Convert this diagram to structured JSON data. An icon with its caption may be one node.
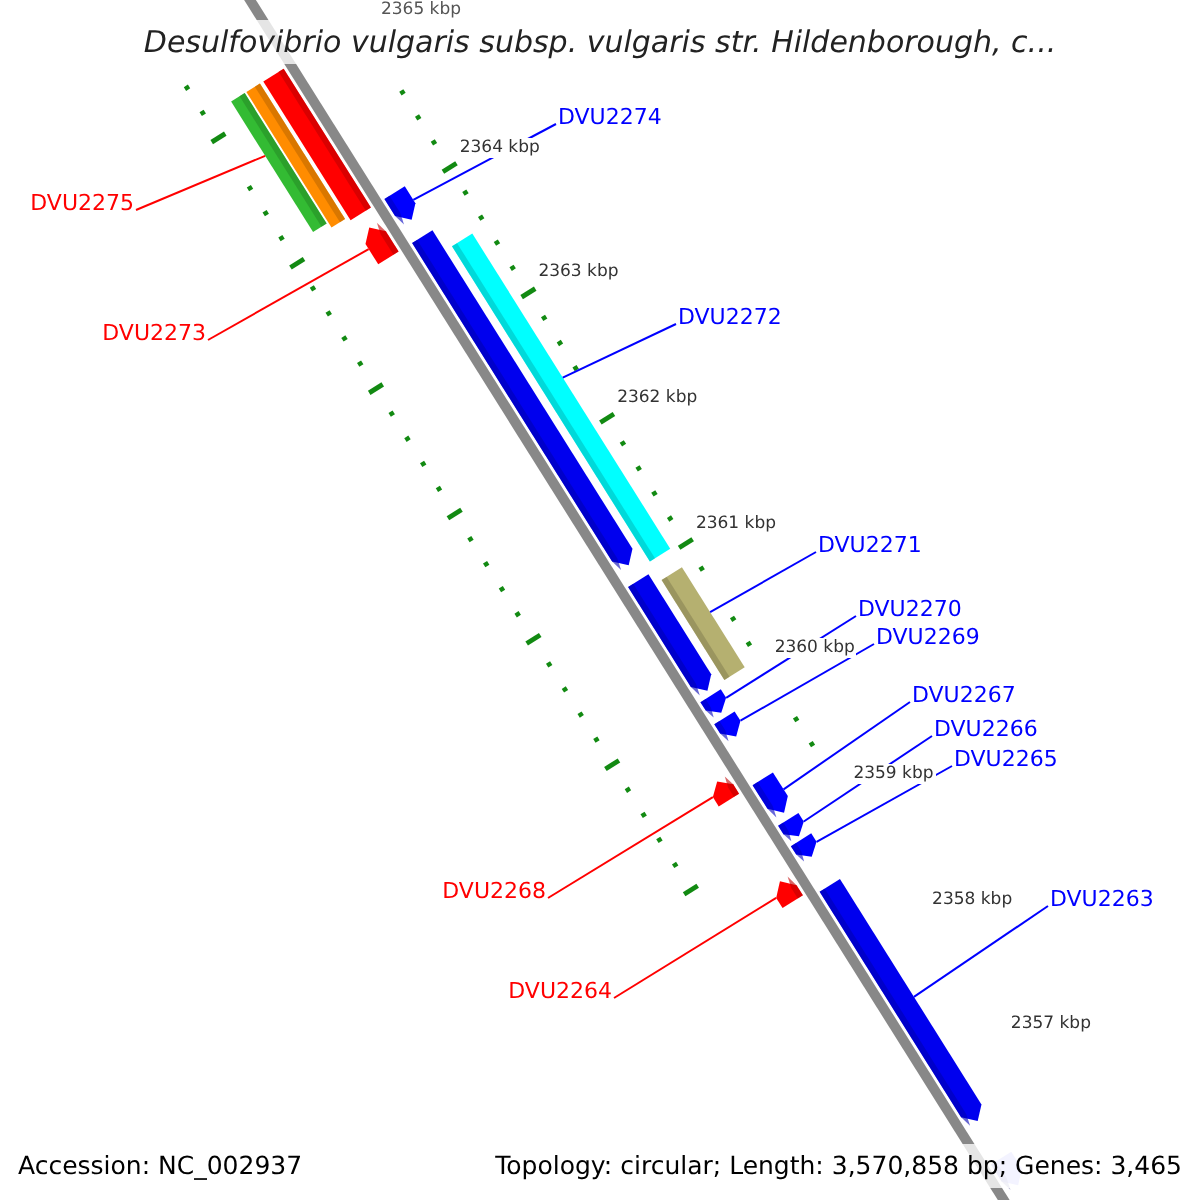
{
  "diagram": {
    "title": "Desulfovibrio vulgaris subsp. vulgaris str. Hildenborough, c...",
    "nodes": [
      {
        "text": [
          "DVU2274"
        ]
      },
      {
        "text": [
          "DVU2275"
        ]
      },
      {
        "text": [
          "DVU2272"
        ]
      },
      {
        "text": [
          "DVU2273"
        ]
      },
      {
        "text": [
          "DVU2271"
        ]
      },
      {
        "text": [
          "DVU2270"
        ]
      },
      {
        "text": [
          "DVU2269"
        ]
      },
      {
        "text": [
          "DVU2267"
        ]
      },
      {
        "text": [
          "DVU2266"
        ]
      },
      {
        "text": [
          "DVU2265"
        ]
      },
      {
        "text": [
          "DVU2268"
        ]
      },
      {
        "text": [
          "DVU2263"
        ]
      },
      {
        "text": [
          "DVU2264"
        ]
      },
      {
        "text": [],
        "shape": "bar"
      },
      {
        "text": [],
        "shape": "bar"
      },
      {
        "text": [],
        "shape": "bar"
      },
      {
        "text": [],
        "shape": "bar"
      },
      {
        "text": [],
        "shape": "bar"
      },
      {
        "text": [],
        "shape": "bar"
      },
      {
        "text": [],
        "shape": "bar"
      },
      {
        "text": [],
        "shape": "bar"
      },
      {
        "text": [],
        "shape": "bar"
      },
      {
        "text": [],
        "shape": "bar"
      },
      {
        "text": [],
        "shape": "bar"
      },
      {
        "text": [],
        "shape": "bar"
      },
      {
        "text": [],
        "shape": "bar"
      },
      {
        "text": [],
        "shape": "bar"
      }
    ],
    "edges": [
      {
        "from": 0,
        "to": 13,
        "arrow": "none"
      },
      {
        "from": 1,
        "to": 14,
        "arrow": "none",
        "color": "#ff0000"
      },
      {
        "from": 2,
        "to": 15,
        "arrow": "none"
      },
      {
        "from": 3,
        "to": 16,
        "arrow": "none",
        "color": "#ff0000"
      },
      {
        "from": 4,
        "to": 17,
        "arrow": "none"
      },
      {
        "from": 5,
        "to": 18,
        "arrow": "none"
      },
      {
        "from": 6,
        "to": 19,
        "arrow": "none"
      },
      {
        "from": 7,
        "to": 20,
        "arrow": "none"
      },
      {
        "from": 8,
        "to": 21,
        "arrow": "none"
      },
      {
        "from": 9,
        "to": 22,
        "arrow": "none"
      },
      {
        "from": 10,
        "to": 23,
        "arrow": "none",
        "color": "#ff0000"
      },
      {
        "from": 11,
        "to": 24,
        "arrow": "none"
      },
      {
        "from": 12,
        "to": 25,
        "arrow": "none",
        "color": "#ff0000"
      }
    ],
    "labels": [
      "2365 kbp",
      "2364 kbp",
      "2363 kbp",
      "2362 kbp",
      "2361 kbp",
      "2360 kbp",
      "2359 kbp",
      "2358 kbp",
      "2357 kbp",
      "Accession: NC_002937",
      "Topology: circular; Length: 3,570,858 bp; Genes: 3,465"
    ]
  }
}
